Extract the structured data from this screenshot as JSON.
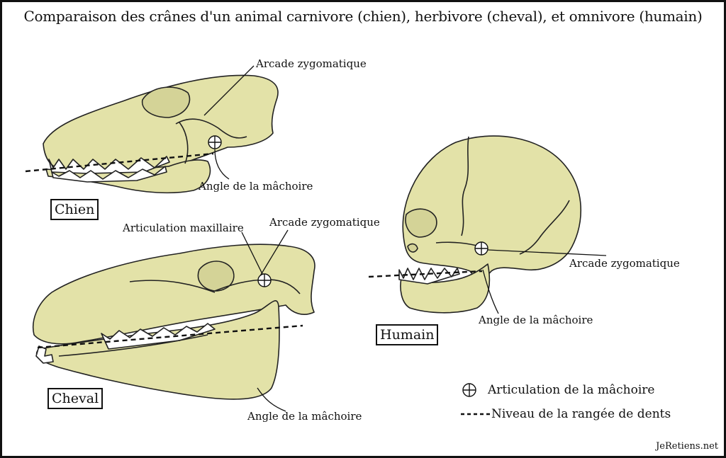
{
  "title": "Comparaison des crânes d'un animal carnivore (chien), herbivore (cheval), et omnivore (humain)",
  "skulls": {
    "dog": {
      "name": "Chien",
      "labels": {
        "zygomatic": "Arcade zygomatique",
        "jaw_angle": "Angle de la mâchoire"
      }
    },
    "horse": {
      "name": "Cheval",
      "labels": {
        "maxillary_joint": "Articulation maxillaire",
        "zygomatic": "Arcade zygomatique",
        "jaw_angle": "Angle de la mâchoire"
      }
    },
    "human": {
      "name": "Humain",
      "labels": {
        "zygomatic": "Arcade zygomatique",
        "jaw_angle": "Angle de la mâchoire"
      }
    }
  },
  "legend": {
    "joint": "Articulation de la mâchoire",
    "teeth_level": "Niveau de la rangée de dents"
  },
  "credit": "JeRetiens.net",
  "colors": {
    "bone": "#e3e2a8",
    "outline": "#222222",
    "background": "#ffffff"
  }
}
